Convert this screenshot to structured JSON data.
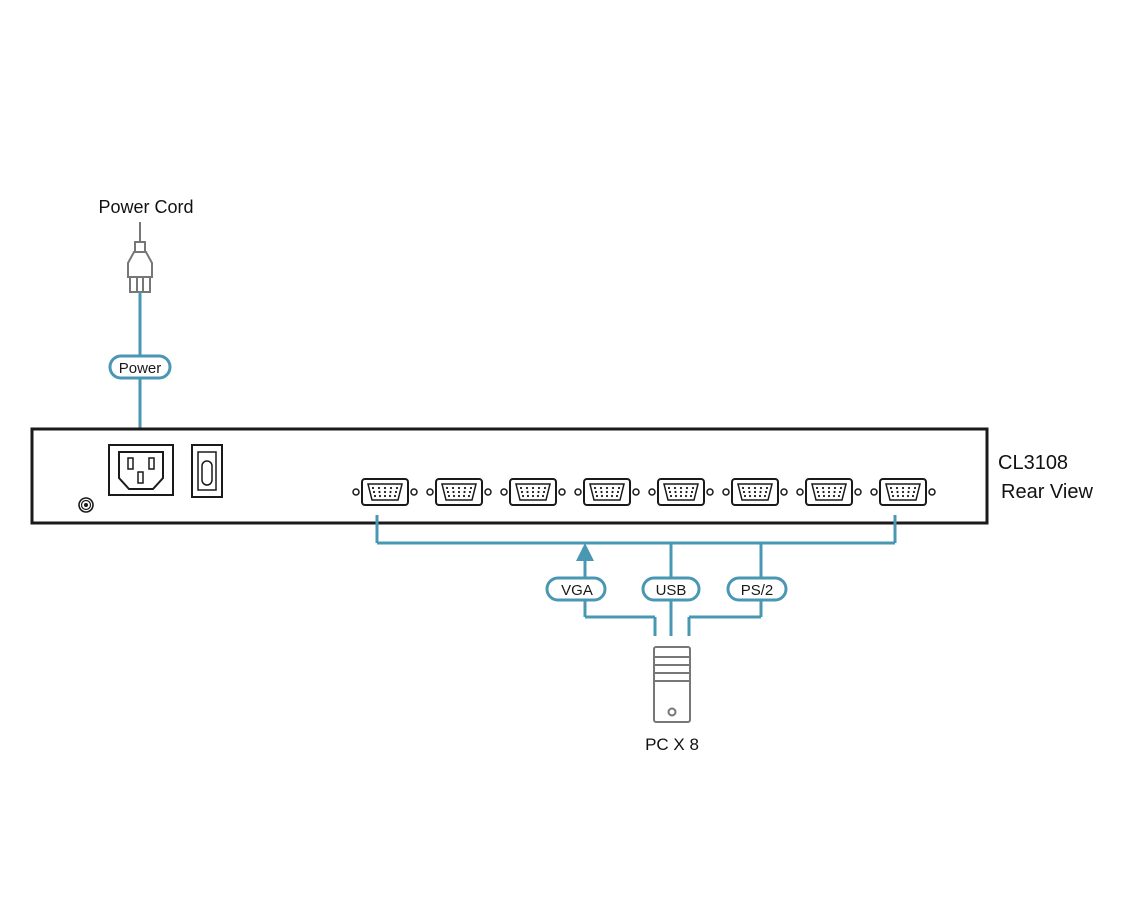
{
  "colors": {
    "cable": "#4a97b4",
    "outline": "#1a1a1a",
    "gray": "#777777",
    "background": "#ffffff"
  },
  "power_cord_label": "Power Cord",
  "power_tag": "Power",
  "model": "CL3108",
  "view": "Rear View",
  "port_count": 8,
  "cable_tags": {
    "vga": "VGA",
    "usb": "USB",
    "ps2": "PS/2"
  },
  "pc_label": "PC X 8",
  "icons": {
    "plug": "power-plug-icon",
    "inlet": "ac-inlet-icon",
    "switch": "rocker-switch-icon",
    "ground": "ground-screw-icon",
    "port": "db15-port-icon",
    "pc": "pc-tower-icon"
  }
}
